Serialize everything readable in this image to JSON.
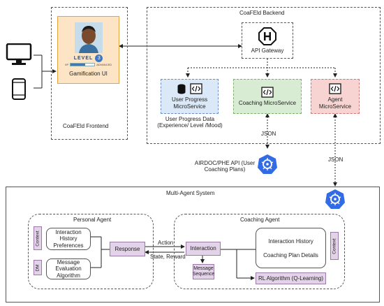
{
  "frontend": {
    "title": "CoaFEld Frontend",
    "gamification_label": "Gamification UI",
    "level_text": "LEVEL",
    "level_number": "3",
    "xp_text": "XP",
    "advanced_text": "ADVANCED"
  },
  "backend": {
    "title": "CoaFEld Backend",
    "api_gateway": "API Gateway",
    "user_progress_service": "User Progress MicroService",
    "coaching_service": "Coaching MicroService",
    "agent_service": "Agent MicroService",
    "user_progress_data": "User Progress Data (Experience/ Level /Mood)",
    "json_left": "JSON",
    "json_right": "JSON",
    "airdoc_api": "AIRDOC/PHE API (User Coaching Plans)"
  },
  "mas": {
    "title": "Multi-Agent System",
    "personal_agent": "Personal Agent",
    "coaching_agent": "Coaching Agent",
    "context_left": "Context",
    "dm_tag": "DM",
    "interaction_history_preferences": "Interaction History Preferences",
    "message_evaluation": "Message Evaluation Algorithm",
    "response": "Response",
    "action": "Action",
    "state_reward": "State, Reward",
    "interaction": "Interaction",
    "message_sequence": "Message Sequence",
    "interaction_history": "Interaction History",
    "coaching_plan_details": "Coaching Plan Details",
    "context_right": "Context",
    "rl_algorithm": "RL Algorithm (Q-Learning)"
  },
  "colors": {
    "gamification_fill": "#fde4c4",
    "gamification_border": "#e5a33d",
    "user_progress_fill": "#dbe8f7",
    "coaching_fill": "#d8ecd3",
    "agent_fill": "#f7d4d2",
    "purple_fill": "#e3d3e8",
    "k8s_blue": "#326ce5"
  }
}
